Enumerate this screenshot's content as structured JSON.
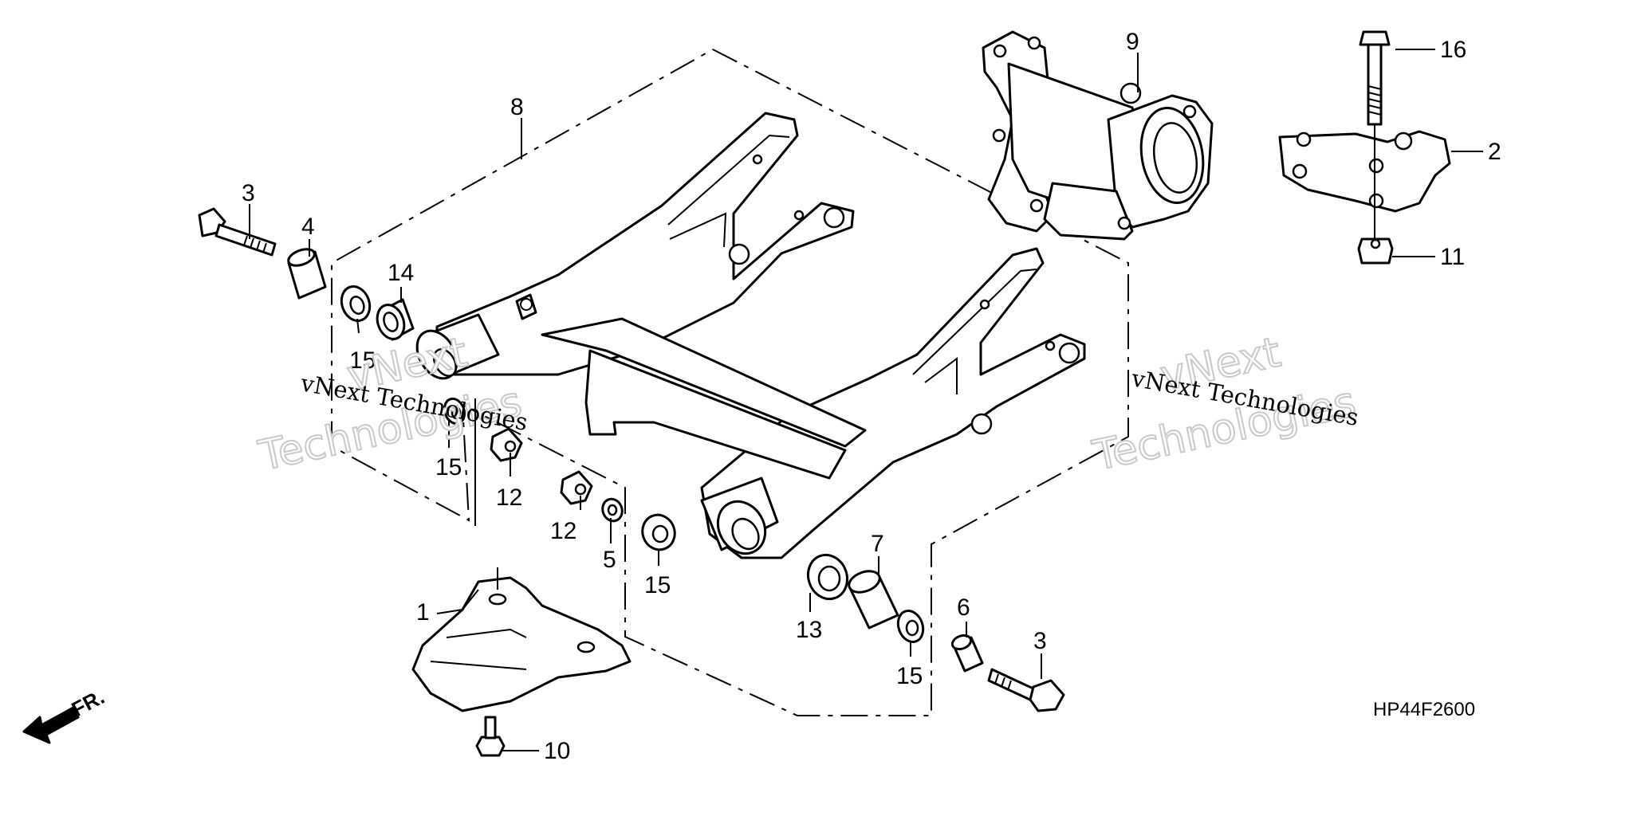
{
  "diagram": {
    "part_code": "HP44F2600",
    "direction_label": "FR.",
    "watermark": {
      "line": "vNext Technologies",
      "brand_top": "vNext",
      "brand_bottom": "Technologies"
    },
    "callouts": {
      "c1": "1",
      "c2": "2",
      "c3_left": "3",
      "c3_right": "3",
      "c4": "4",
      "c5": "5",
      "c6": "6",
      "c7": "7",
      "c8": "8",
      "c9": "9",
      "c10": "10",
      "c11": "11",
      "c12_a": "12",
      "c12_b": "12",
      "c13": "13",
      "c14": "14",
      "c15_a": "15",
      "c15_b": "15",
      "c15_c": "15",
      "c15_d": "15",
      "c16": "16"
    }
  }
}
